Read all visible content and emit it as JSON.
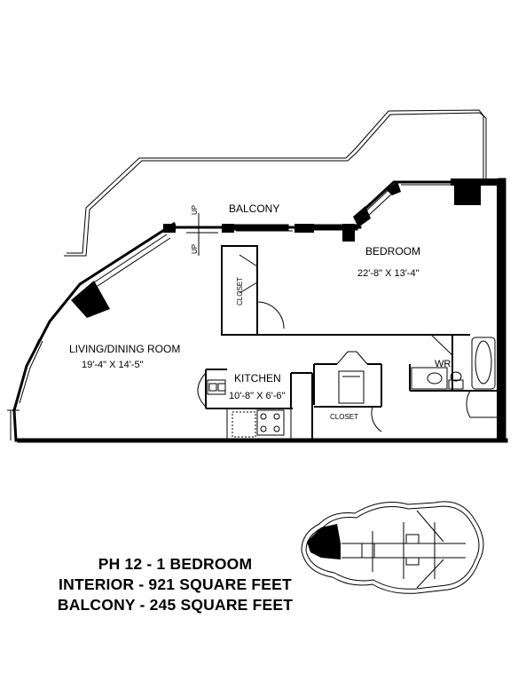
{
  "plan": {
    "balcony": "BALCONY",
    "bedroom": {
      "name": "BEDROOM",
      "dims": "22'-8\" X 13'-4\""
    },
    "living": {
      "name": "LIVING/DINING ROOM",
      "dims": "19'-4\" X 14'-5\""
    },
    "kitchen": {
      "name": "KITCHEN",
      "dims": "10'-8\" X 6'-6\""
    },
    "closet_bed": "CLOSET",
    "closet_hall": "CLOSET",
    "wr": "WR",
    "up_top": "UP",
    "up_bottom": "UP"
  },
  "caption": {
    "unit": "PH 12 - 1 BEDROOM",
    "interior": "INTERIOR - 921 SQUARE FEET",
    "balcony": "BALCONY - 245 SQUARE FEET"
  }
}
